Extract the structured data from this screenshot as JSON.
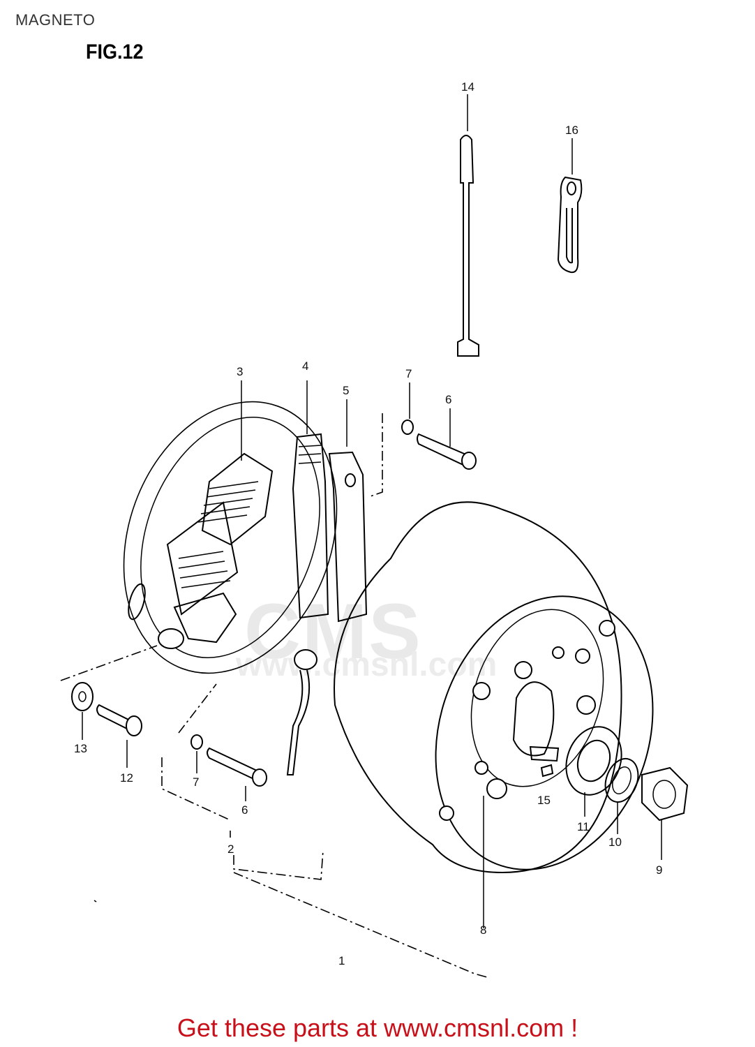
{
  "header": {
    "title": "MAGNETO",
    "figure": "FIG.12"
  },
  "watermark": {
    "brand": "CMS",
    "url": "www.cmsnl.com"
  },
  "callouts": [
    "1",
    "2",
    "3",
    "4",
    "5",
    "6",
    "7",
    "8",
    "9",
    "10",
    "11",
    "12",
    "13",
    "14",
    "15",
    "16",
    "6",
    "7"
  ],
  "footer": {
    "link_text": "Get these parts at www.cmsnl.com !"
  },
  "colors": {
    "footer": "#c8101a",
    "lines": "#000000"
  }
}
